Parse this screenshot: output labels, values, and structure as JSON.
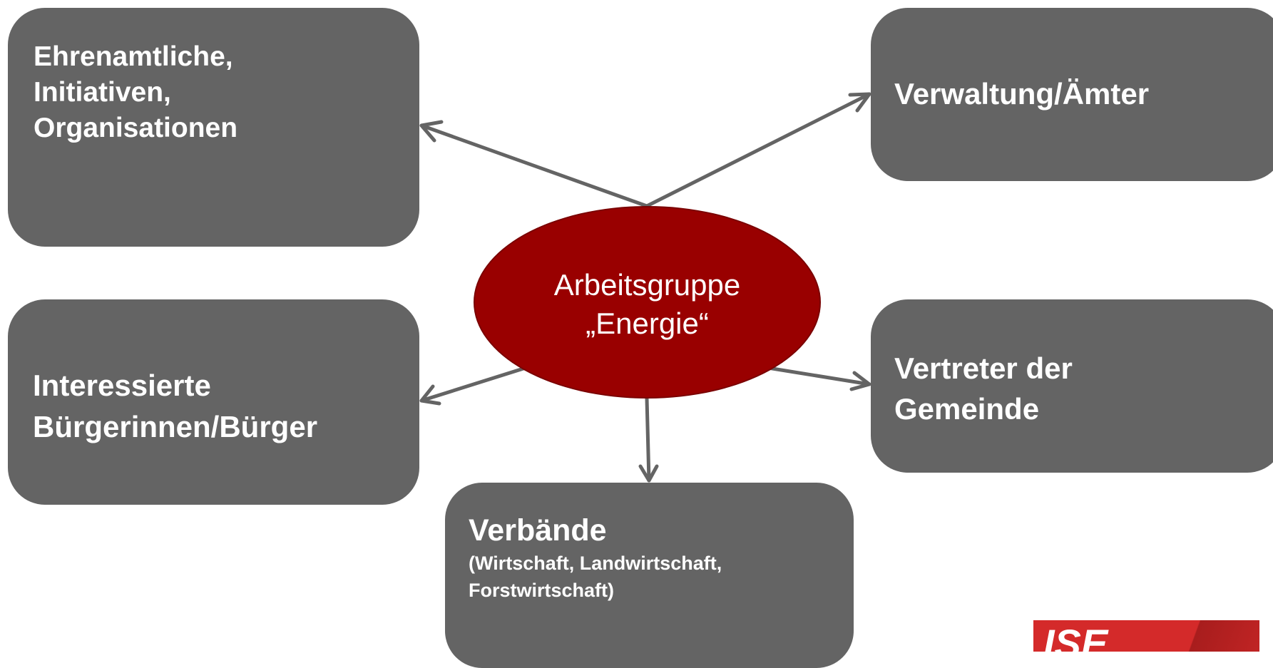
{
  "center": {
    "line1": "Arbeitsgruppe",
    "line2": "„Energie“"
  },
  "boxes": {
    "ehrenamt": {
      "line1": "Ehrenamtliche,",
      "line2": "Initiativen,",
      "line3": "Organisationen"
    },
    "verwaltung": {
      "line1": "Verwaltung/Ämter"
    },
    "interessierte": {
      "line1": "Interessierte",
      "line2": "Bürgerinnen/Bürger"
    },
    "vertreter": {
      "line1": "Vertreter der",
      "line2": "Gemeinde"
    },
    "verbaende": {
      "title": "Verbände",
      "sub1": "(Wirtschaft, Landwirtschaft,",
      "sub2": "Forstwirtschaft)"
    }
  },
  "logo": {
    "text": "ISE"
  },
  "colors": {
    "box": "#646464",
    "ellipse": "#990000",
    "arrow": "#646464",
    "logo": "#d42a2a",
    "text": "#ffffff"
  }
}
